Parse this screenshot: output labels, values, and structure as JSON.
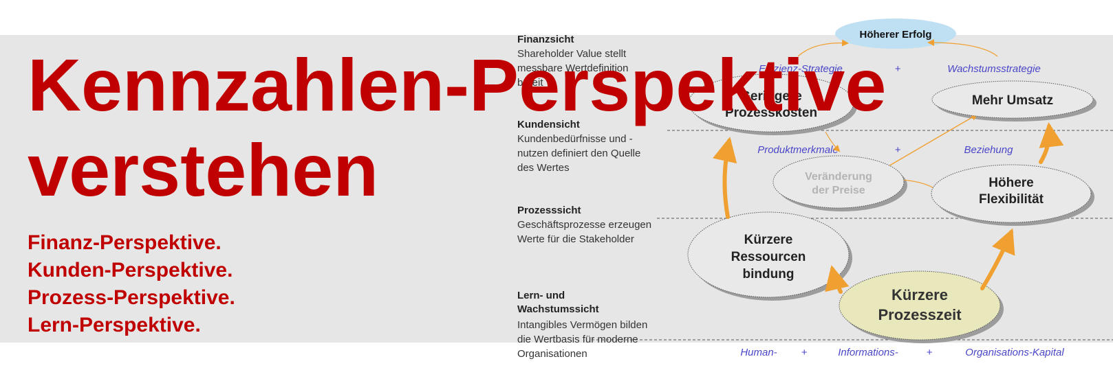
{
  "title": {
    "line1": "Kennzahlen-Perspektive",
    "line2": "verstehen"
  },
  "bullets": [
    "Finanz-Perspektive.",
    "Kunden-Perspektive.",
    "Prozess-Perspektive.",
    "Lern-Perspektive."
  ],
  "sections": {
    "finance": {
      "heading": "Finanzsicht",
      "body": "Shareholder Value stellt messbare Wertdefinition bereit"
    },
    "customer": {
      "heading": "Kundensicht",
      "body": "Kundenbedürfnisse und -nutzen definiert den Quelle des Wertes"
    },
    "process": {
      "heading": "Prozesssicht",
      "body": "Geschäftsprozesse erzeugen Werte für die Stakeholder"
    },
    "learning": {
      "heading": "Lern- und Wachstumssicht",
      "body": "Intangibles Vermögen bilden die Wertbasis für moderne Organisationen"
    }
  },
  "nodes": {
    "goal": "Höherer Erfolg",
    "process_costs": [
      "Geringere",
      "Prozesskosten"
    ],
    "revenue": "Mehr Umsatz",
    "prices": [
      "Veränderung",
      "der Preise"
    ],
    "flexibility": [
      "Höhere",
      "Flexibilität"
    ],
    "resources": [
      "Kürzere",
      "Ressourcen",
      "bindung"
    ],
    "process_time": [
      "Kürzere",
      "Prozesszeit"
    ]
  },
  "strategy_labels": {
    "efficiency": "Effizienz-Strategie",
    "growth": "Wachstumsstrategie",
    "product_features": "Produktmerkmale",
    "relationship": "Beziehung",
    "human": "Human-",
    "information": "Informations-",
    "organisation": "Organisations-Kapital",
    "plus": "+"
  },
  "colors": {
    "title_red": "#c00000",
    "band_gray": "#e6e6e6",
    "arrow_orange": "#f0a030",
    "strategy_blue": "#4a46c8",
    "goal_blue": "#bfe0f2",
    "highlight_node": "#e8e8bc"
  }
}
